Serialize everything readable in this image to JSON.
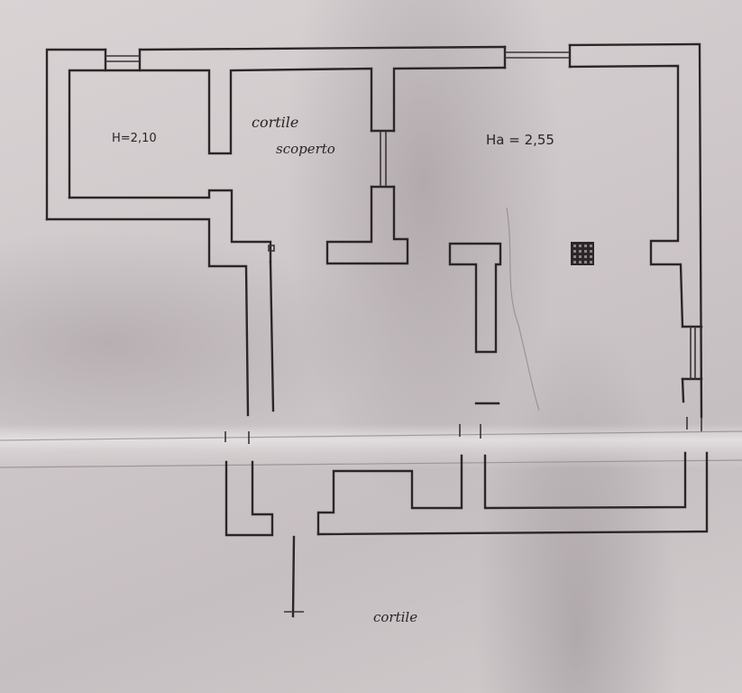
{
  "plan": {
    "type": "floor-plan",
    "labels": {
      "room_left_height": "H=2,10",
      "courtyard_top_line1": "cortile",
      "courtyard_top_line2": "scoperto",
      "room_right_height": "Ha = 2,55",
      "courtyard_bottom": "cortile"
    },
    "symbols": [
      "drain-grate",
      "window-top-left",
      "window-top-right",
      "window-courtyard",
      "window-right",
      "entrance-post"
    ],
    "colors": {
      "paper": "#cbc4c6",
      "ink": "#2b2628"
    }
  }
}
